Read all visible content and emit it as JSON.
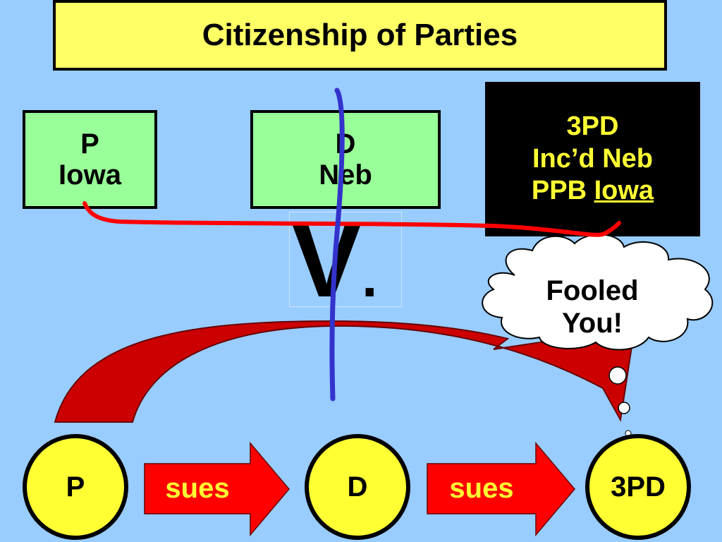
{
  "title": "Citizenship of Parties",
  "plaintiff_box": {
    "line1": "P",
    "line2": "Iowa"
  },
  "defendant_box": {
    "line1": "D",
    "line2": "Neb"
  },
  "third_party_box": {
    "line1": "3PD",
    "line2": "Inc’d Neb",
    "line3_prefix": "PPB ",
    "line3_underlined": "Iowa"
  },
  "versus": {
    "v": "V",
    "dot": "."
  },
  "thought_bubble": {
    "line1": "Fooled",
    "line2": "You!"
  },
  "flow": {
    "circle_p": "P",
    "arrow1": "sues",
    "circle_d": "D",
    "arrow2": "sues",
    "circle_3pd": "3PD"
  },
  "colors": {
    "background": "#99ccff",
    "title_fill": "#ffff66",
    "party_fill": "#99ff99",
    "accent_red": "#cc0000",
    "accent_yellow": "#ffff33",
    "line_blue": "#3333cc",
    "line_red": "#ff0000"
  }
}
